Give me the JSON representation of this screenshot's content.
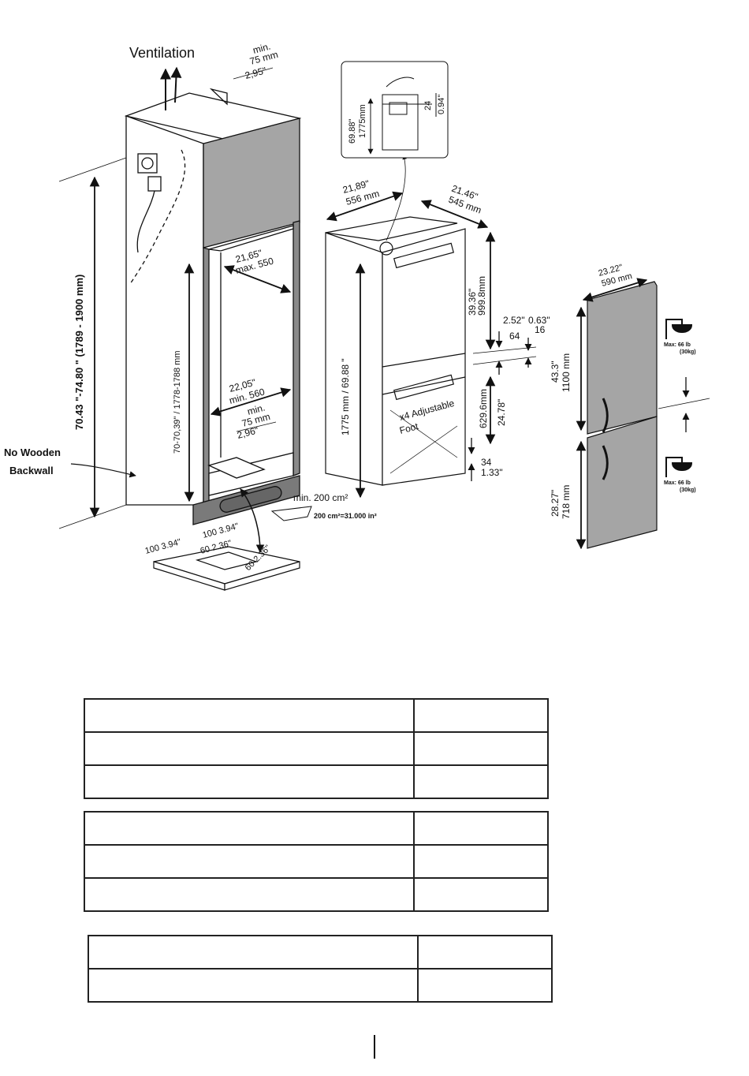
{
  "labels": {
    "ventilation": "Ventilation",
    "top_min": "min.",
    "top_75mm": "75 mm",
    "top_295": "2,95\"",
    "height_total": "70.43 \"-74.80 \" (1789 - 1900 mm)",
    "no_wooden": "No Wooden",
    "backwall": "Backwall",
    "niche_width_in": "21,65\"",
    "niche_width_mm": "max. 550",
    "niche_height": "70-70,39\" / 1778-1788 mm",
    "niche_depth_in": "22,05\"",
    "niche_depth_mm": "min. 560",
    "bottom_min": "min.",
    "bottom_75mm": "75 mm",
    "bottom_296": "2,96\"",
    "min_area": "min. 200 cm²",
    "area_conv": "200 cm²=31.000 in²",
    "grid_100": "100 3.94\"",
    "grid_100b": "100 3.94\"",
    "grid_60a": "60 2.36\"",
    "grid_60b": "60 2.36\"",
    "detail_in": "69.88\"",
    "detail_mm": "1775mm",
    "detail_24": "24",
    "detail_094": "0.94\"",
    "appl_width_in": "21,89\"",
    "appl_width_mm": "556 mm",
    "appl_depth_in": "21.46\"",
    "appl_depth_mm": "545 mm",
    "upper_in": "39.36\"",
    "upper_mm": "999.8mm",
    "gap_252": "2.52\"",
    "gap_063": "0.63\"",
    "gap_64": "64",
    "gap_16": "16",
    "appl_height": "1775 mm / 69.88 \"",
    "lower_mm": "629.6mm",
    "lower_in": "24.78\"",
    "foot_label_1": "x4 Adjustable",
    "foot_label_2": "Foot",
    "foot_34": "34",
    "foot_133": "1.33\"",
    "door_width_in": "23.22\"",
    "door_width_mm": "590 mm",
    "door_upper_in": "43.3\"",
    "door_upper_mm": "1100 mm",
    "door_lower_in": "28.27\"",
    "door_lower_mm": "718 mm",
    "max_weight_1": "Max: 66 lb",
    "max_weight_1b": "(30kg)",
    "max_weight_2": "Max: 66 lb",
    "max_weight_2b": "(30kg)"
  },
  "colors": {
    "door_fill": "#a5a5a5",
    "cabinet_fill": "#ffffff",
    "line": "#111111",
    "plinth": "#7a7a7a"
  }
}
